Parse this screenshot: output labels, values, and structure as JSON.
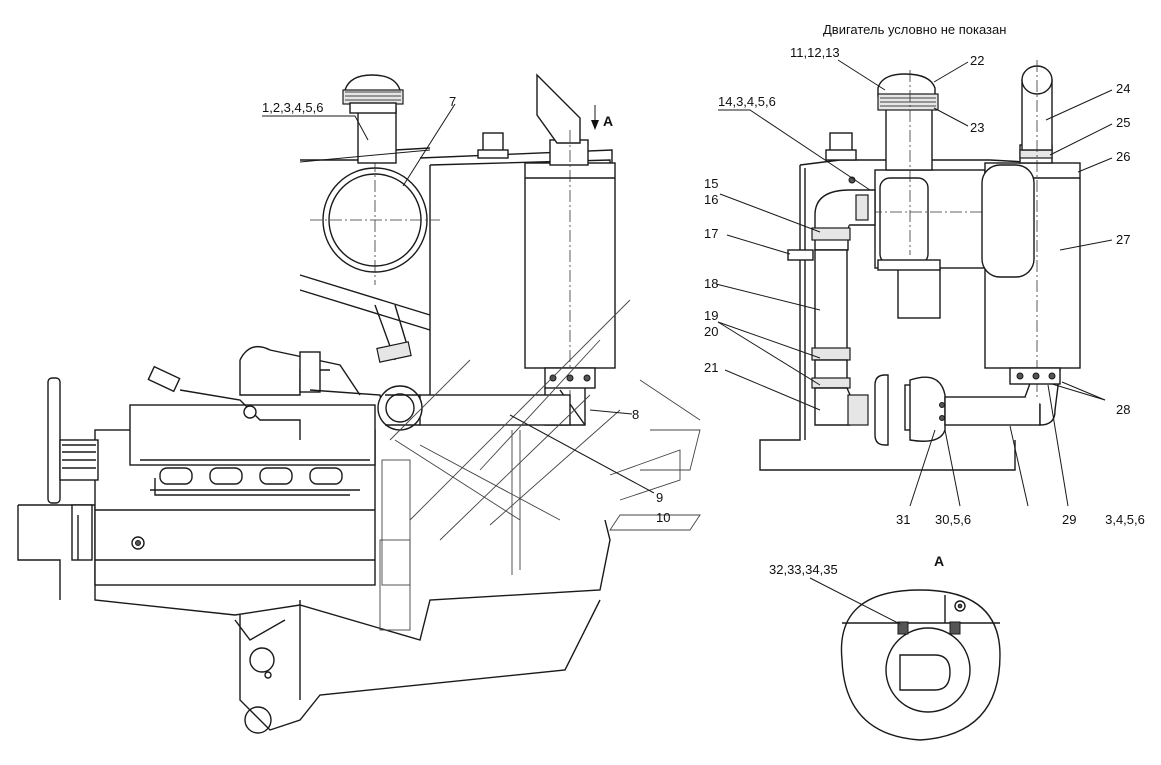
{
  "diagram": {
    "note": "Двигатель условно не показан",
    "view_label": "А",
    "view_arrow_label": "А",
    "callouts": [
      {
        "id": "c1",
        "text": "1,2,3,4,5,6"
      },
      {
        "id": "c7",
        "text": "7"
      },
      {
        "id": "c8",
        "text": "8"
      },
      {
        "id": "c9",
        "text": "9"
      },
      {
        "id": "c10",
        "text": "10"
      },
      {
        "id": "c11",
        "text": "11,12,13"
      },
      {
        "id": "c22",
        "text": "22"
      },
      {
        "id": "c23",
        "text": "23"
      },
      {
        "id": "c24",
        "text": "24"
      },
      {
        "id": "c25",
        "text": "25"
      },
      {
        "id": "c26",
        "text": "26"
      },
      {
        "id": "c27",
        "text": "27"
      },
      {
        "id": "c14",
        "text": "14,3,4,5,6"
      },
      {
        "id": "c15",
        "text": "15"
      },
      {
        "id": "c16",
        "text": "16"
      },
      {
        "id": "c17",
        "text": "17"
      },
      {
        "id": "c18",
        "text": "18"
      },
      {
        "id": "c19",
        "text": "19"
      },
      {
        "id": "c20",
        "text": "20"
      },
      {
        "id": "c21",
        "text": "21"
      },
      {
        "id": "c28",
        "text": "28"
      },
      {
        "id": "c29",
        "text": "29"
      },
      {
        "id": "c30",
        "text": "30,5,6"
      },
      {
        "id": "c31",
        "text": "31"
      },
      {
        "id": "c3456",
        "text": "3,4,5,6"
      },
      {
        "id": "c32",
        "text": "32,33,34,35"
      }
    ]
  }
}
